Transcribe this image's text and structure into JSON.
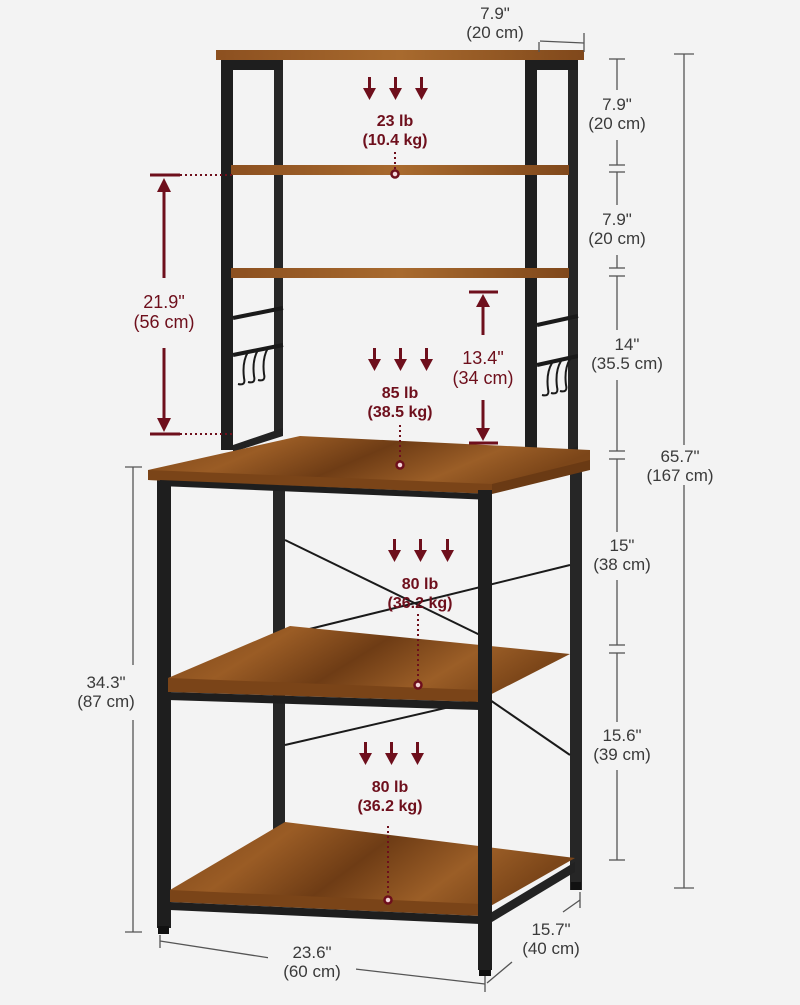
{
  "colors": {
    "background": "#f3f3f3",
    "frame": "#1e1e1e",
    "wood": "#8a4f1e",
    "wood_dark": "#5b3212",
    "accent_red": "#6e0f1c",
    "dimension_line": "#555555",
    "dimension_text": "#3a3a3a"
  },
  "dimensions": {
    "top_depth": {
      "in": "7.9\"",
      "cm": "(20 cm)"
    },
    "top_tier_gap": {
      "in": "7.9\"",
      "cm": "(20 cm)"
    },
    "second_tier_gap": {
      "in": "7.9\"",
      "cm": "(20 cm)"
    },
    "hutch_lower_gap": {
      "in": "14\"",
      "cm": "(35.5 cm)"
    },
    "total_height": {
      "in": "65.7\"",
      "cm": "(167 cm)"
    },
    "counter_to_middle": {
      "in": "15\"",
      "cm": "(38 cm)"
    },
    "middle_to_bottom": {
      "in": "15.6\"",
      "cm": "(39 cm)"
    },
    "counter_height": {
      "in": "34.3\"",
      "cm": "(87 cm)"
    },
    "width": {
      "in": "23.6\"",
      "cm": "(60 cm)"
    },
    "depth": {
      "in": "15.7\"",
      "cm": "(40 cm)"
    },
    "hutch_height": {
      "in": "21.9\"",
      "cm": "(56 cm)"
    },
    "microwave_clearance": {
      "in": "13.4\"",
      "cm": "(34 cm)"
    }
  },
  "loads": {
    "top_shelf": {
      "lb": "23 lb",
      "kg": "(10.4 kg)"
    },
    "counter": {
      "lb": "85 lb",
      "kg": "(38.5 kg)"
    },
    "middle_shelf": {
      "lb": "80 lb",
      "kg": "(36.2 kg)"
    },
    "bottom_shelf": {
      "lb": "80 lb",
      "kg": "(36.2 kg)"
    }
  }
}
